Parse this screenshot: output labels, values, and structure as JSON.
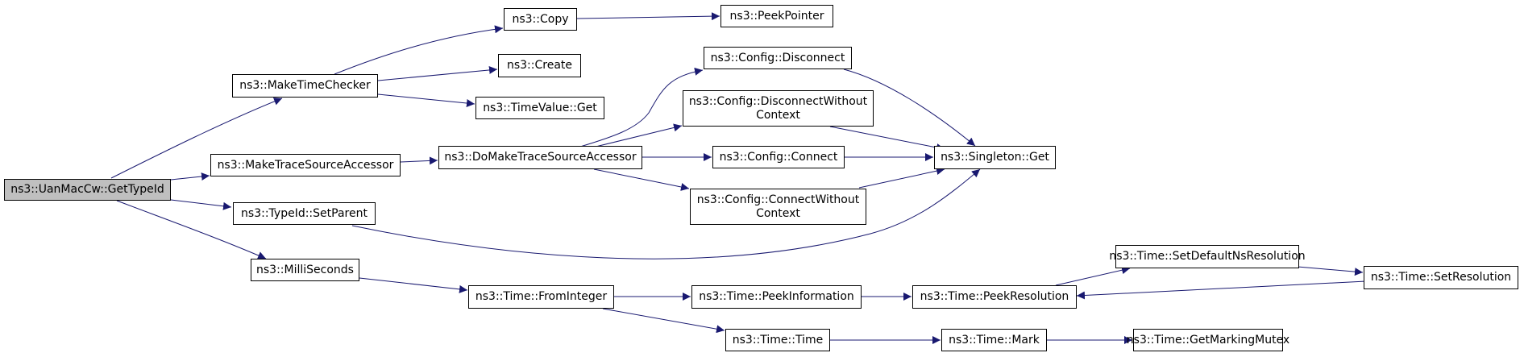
{
  "nodes": {
    "getTypeId": "ns3::UanMacCw::GetTypeId",
    "makeTimeChecker": "ns3::MakeTimeChecker",
    "makeTraceSourceAccessor": "ns3::MakeTraceSourceAccessor",
    "setParent": "ns3::TypeId::SetParent",
    "milliSeconds": "ns3::MilliSeconds",
    "copy": "ns3::Copy",
    "create": "ns3::Create",
    "timeValueGet": "ns3::TimeValue::Get",
    "doMakeTraceSourceAccessor": "ns3::DoMakeTraceSourceAccessor",
    "peekPointer": "ns3::PeekPointer",
    "configDisconnect": "ns3::Config::Disconnect",
    "configDisconnectWithoutContext": "ns3::Config::DisconnectWithout\nContext",
    "configConnect": "ns3::Config::Connect",
    "configConnectWithoutContext": "ns3::Config::ConnectWithout\nContext",
    "singletonGet": "ns3::Singleton::Get",
    "timeFromInteger": "ns3::Time::FromInteger",
    "timePeekInformation": "ns3::Time::PeekInformation",
    "timeTime": "ns3::Time::Time",
    "timePeekResolution": "ns3::Time::PeekResolution",
    "timeMark": "ns3::Time::Mark",
    "timeSetDefaultNsResolution": "ns3::Time::SetDefaultNsResolution",
    "timeGetMarkingMutex": "ns3::Time::GetMarkingMutex",
    "timeSetResolution": "ns3::Time::SetResolution"
  },
  "colors": {
    "edge": "#191970",
    "node_border": "#000000",
    "root_fill": "#bfbfbf",
    "node_fill": "#ffffff"
  }
}
